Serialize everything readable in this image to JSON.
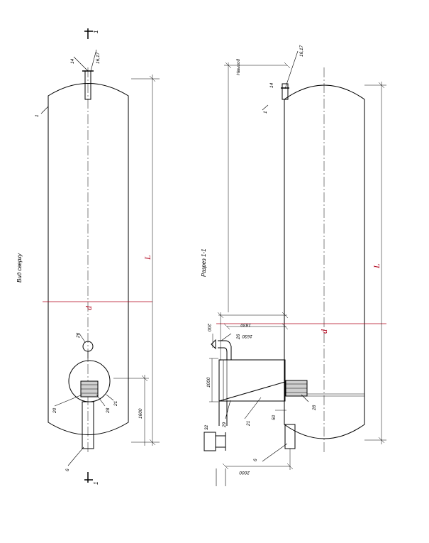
{
  "views": {
    "top": {
      "title": "Вид сверху"
    },
    "section": {
      "title": "Разрез 1-1"
    }
  },
  "cut_marker": {
    "number": "1"
  },
  "labels": {
    "length": "L",
    "diameter": "d",
    "outlet": "Hвыход"
  },
  "positions": {
    "p1": "1",
    "p14": "14",
    "p16_17": "16,17",
    "p26": "26",
    "p20": "20",
    "p28": "28",
    "p21": "21",
    "p29": "29",
    "p6": "6",
    "p32": "32"
  },
  "dimensions": {
    "d1600": "1600",
    "d1830": "1830",
    "d1630": "1630",
    "d200": "200",
    "d1000": "1000",
    "d50": "50",
    "d2000": "2000"
  },
  "colors": {
    "accent": "#b0001a",
    "line": "#000000"
  }
}
